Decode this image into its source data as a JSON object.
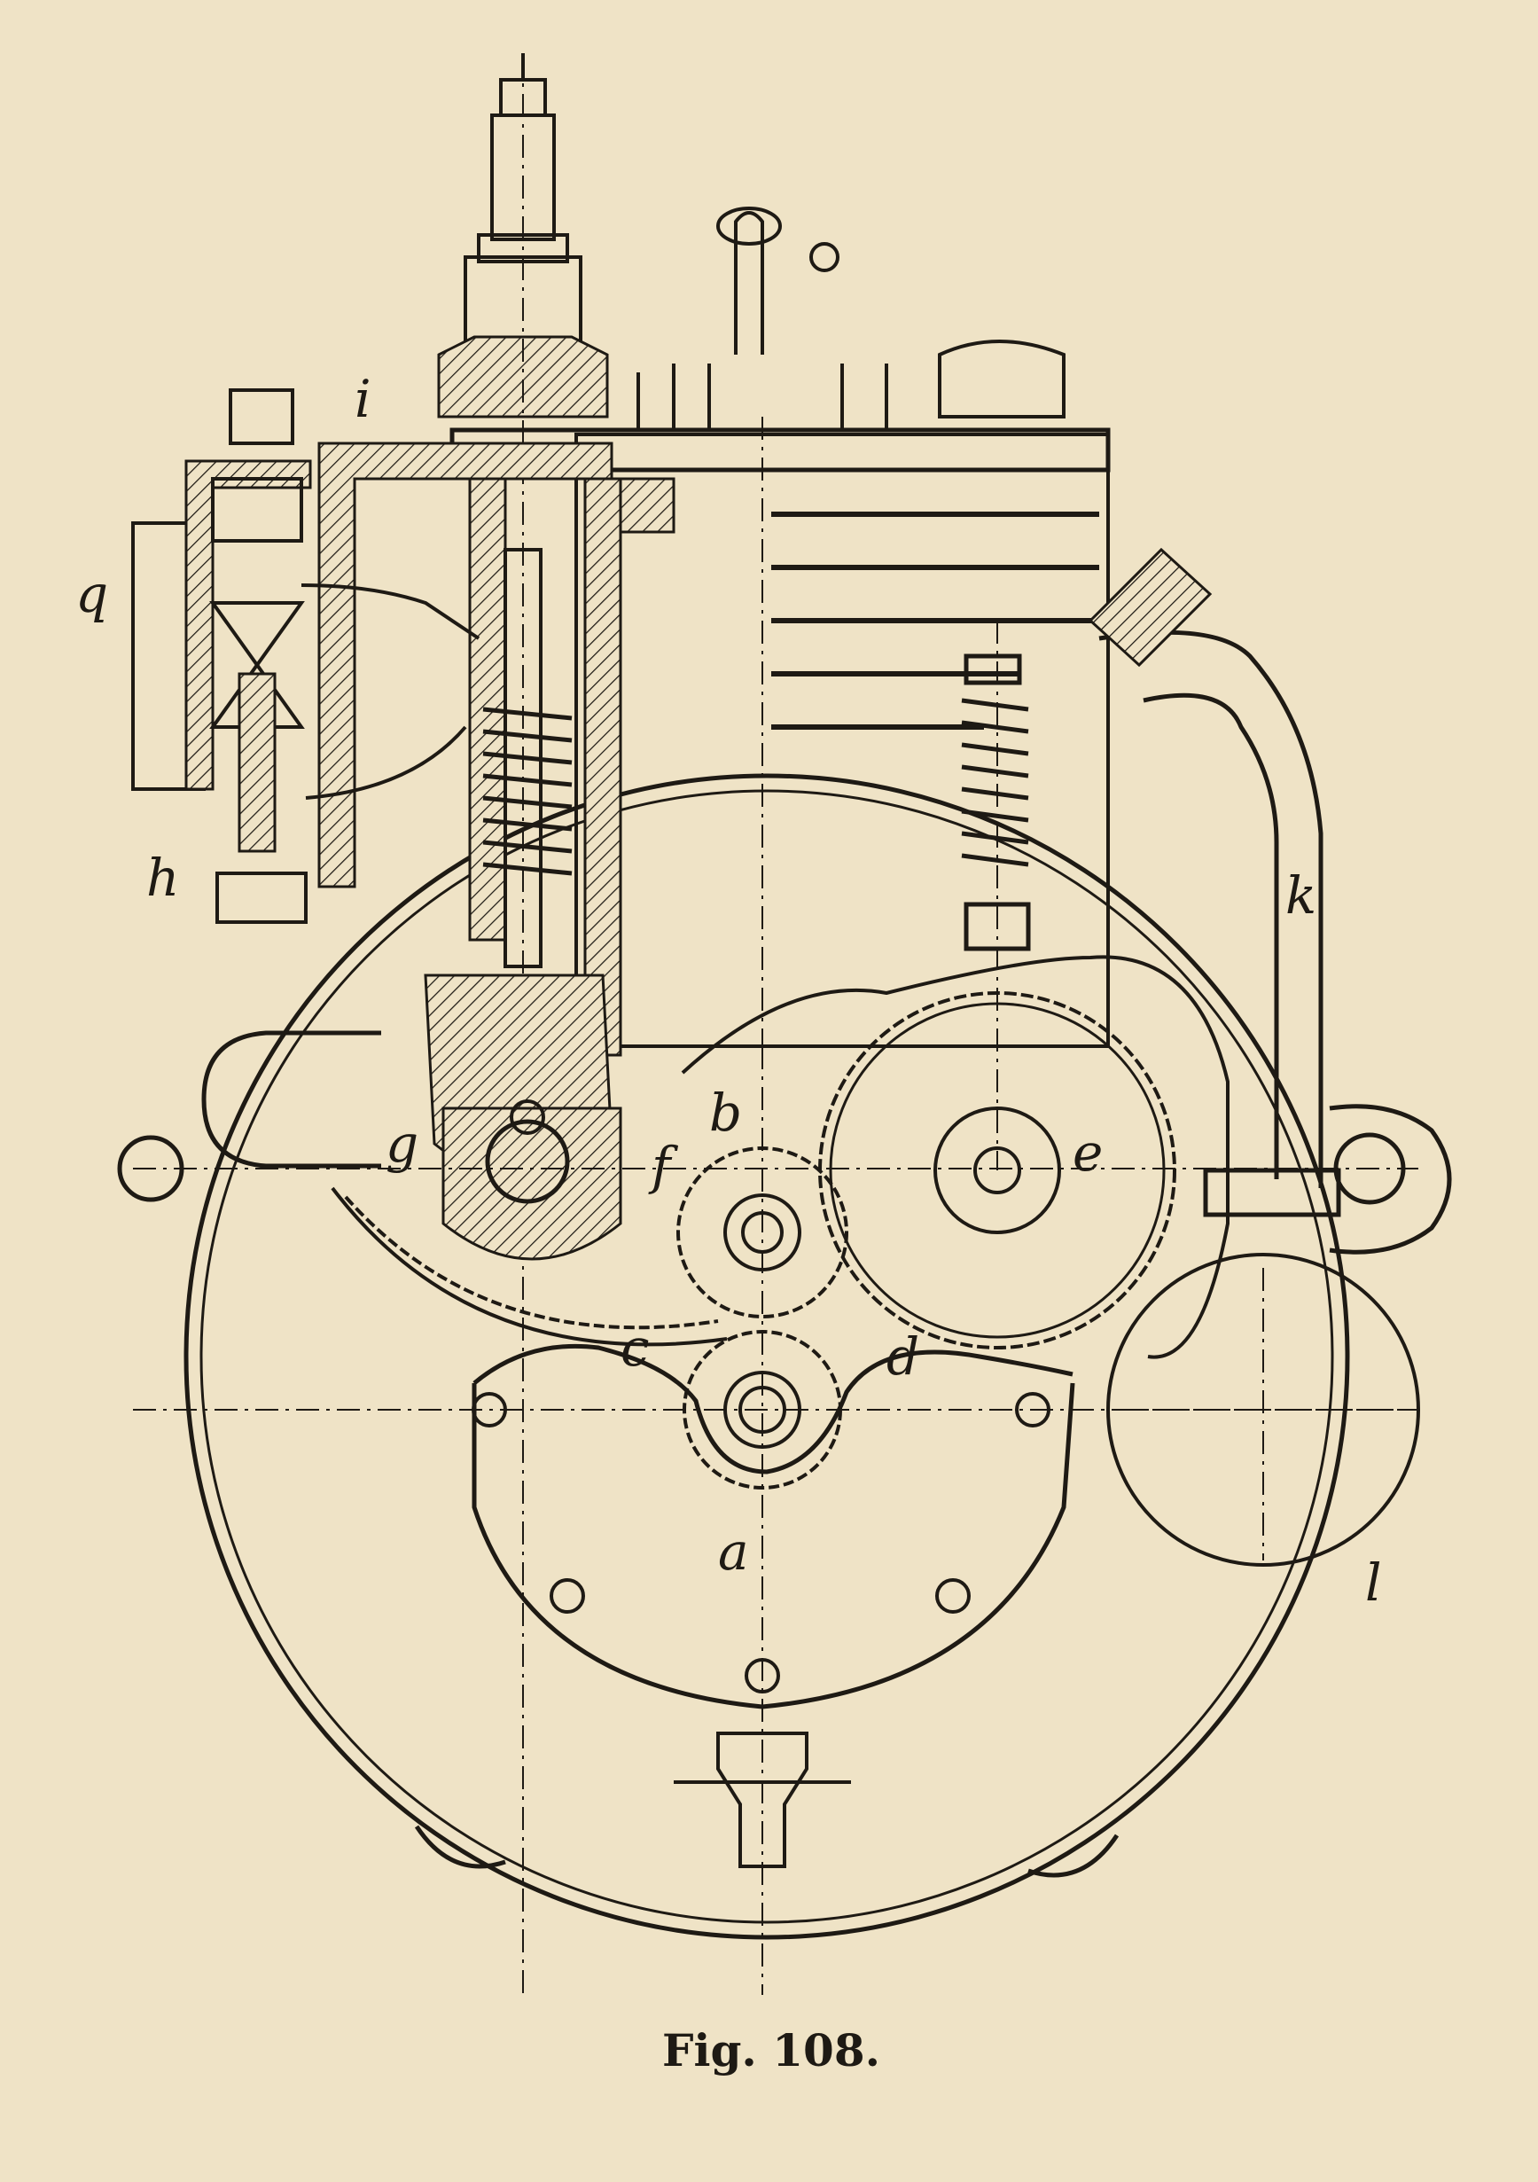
{
  "figure": {
    "caption": "Fig. 108.",
    "labels": {
      "a": "a",
      "b": "b",
      "c": "c",
      "d": "d",
      "e": "e",
      "f": "f",
      "g": "g",
      "h": "h",
      "i": "i",
      "k": "k",
      "l": "l",
      "q": "q"
    }
  },
  "colors": {
    "paper": "#efe3c6",
    "ink": "#1e1a14"
  }
}
